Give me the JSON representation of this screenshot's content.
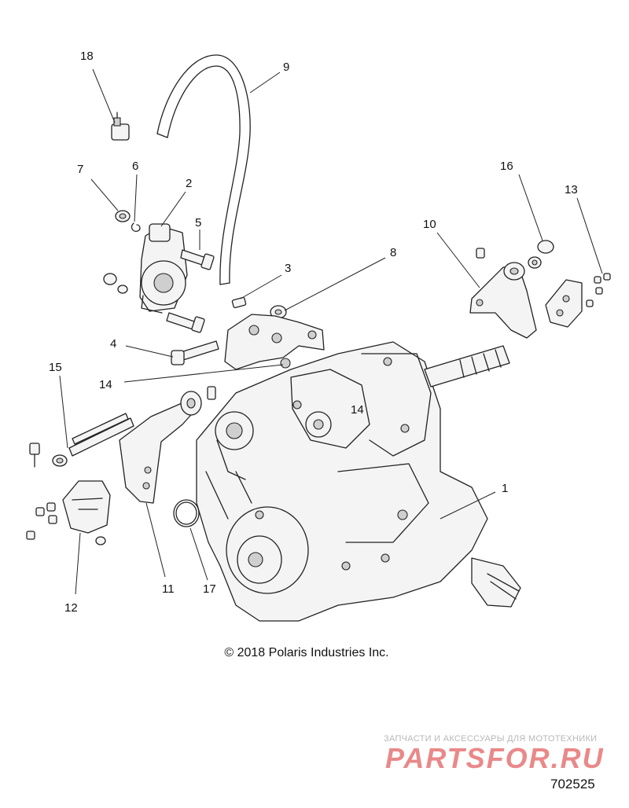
{
  "callouts": [
    "18",
    "9",
    "7",
    "6",
    "2",
    "5",
    "3",
    "8",
    "4",
    "14",
    "14",
    "15",
    "11",
    "17",
    "12",
    "1",
    "16",
    "13",
    "10"
  ],
  "copyright": "© 2018 Polaris Industries Inc.",
  "watermark": {
    "tagline": "ЗАПЧАСТИ И АКСЕССУАРЫ ДЛЯ МОТОТЕХНИКИ",
    "logo": "PARTSFOR.RU",
    "logo_color": "#d82a2a"
  },
  "drawing_number": "702525"
}
